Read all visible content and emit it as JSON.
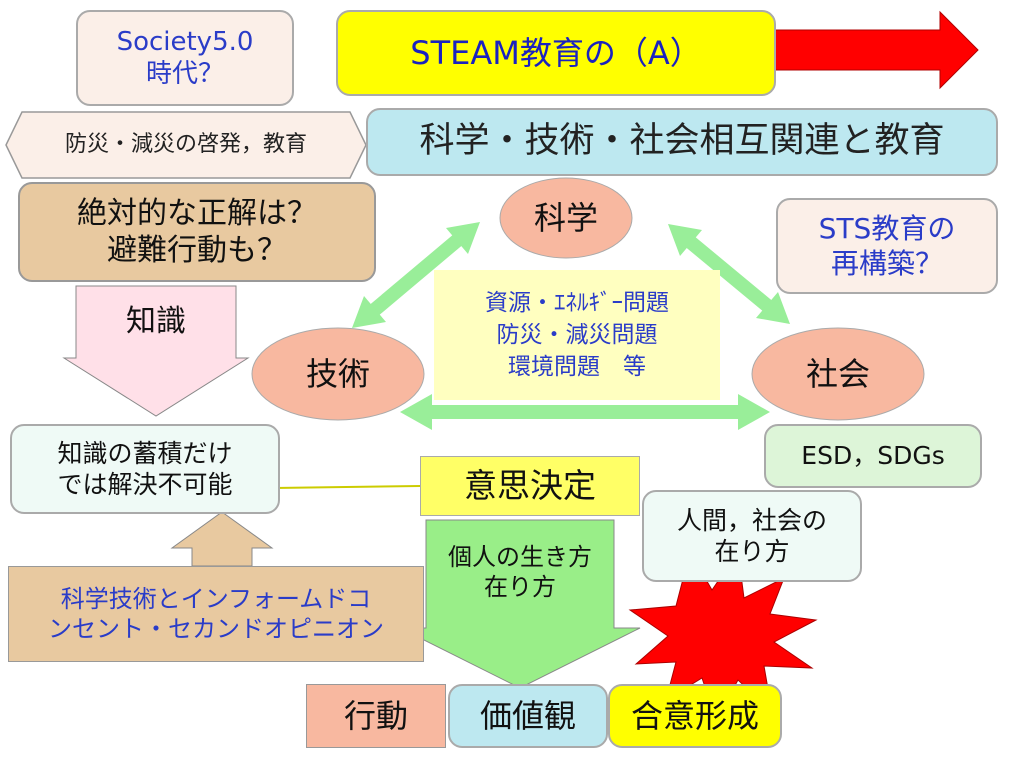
{
  "society": "Society5.0\n時代？",
  "steam": "STEAM教育の（A）",
  "disaster_edu": "防災・減災の啓発，教育",
  "sts_title": "科学・技術・社会相互関連と教育",
  "absolute": "絶対的な正解は？\n避難行動も？",
  "knowledge_arrow": "知識",
  "accumulation": "知識の蓄積だけ\nでは解決不可能",
  "science": "科学",
  "technology": "技術",
  "society_node": "社会",
  "issues": "資源・ｴﾈﾙｷﾞｰ問題\n防災・減災問題\n環境問題　等",
  "sts_rebuild": "STS教育の\n再構築？",
  "esd": "ESD，SDGs",
  "decision": "意思決定",
  "human_society": "人間，社会の\n在り方",
  "personal_life": "個人の生き方\n在り方",
  "informed": "科学技術とインフォームドコ\nンセント・セカンドオピニオン",
  "action": "行動",
  "values": "価値観",
  "consensus": "合意形成"
}
